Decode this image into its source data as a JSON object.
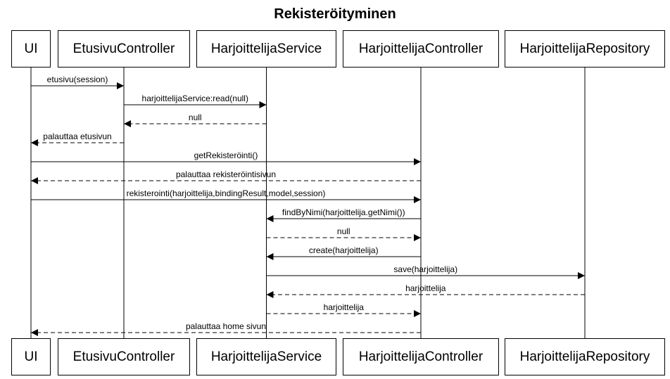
{
  "title": "Rekisteröityminen",
  "participants": [
    {
      "id": "ui",
      "label": "UI"
    },
    {
      "id": "etusivu",
      "label": "EtusivuController"
    },
    {
      "id": "service",
      "label": "HarjoittelijaService"
    },
    {
      "id": "controller",
      "label": "HarjoittelijaController"
    },
    {
      "id": "repository",
      "label": "HarjoittelijaRepository"
    }
  ],
  "messages": [
    {
      "from": "ui",
      "to": "etusivu",
      "label": "etusivu(session)",
      "kind": "call"
    },
    {
      "from": "etusivu",
      "to": "service",
      "label": "harjoittelijaService:read(null)",
      "kind": "call"
    },
    {
      "from": "service",
      "to": "etusivu",
      "label": "null",
      "kind": "return"
    },
    {
      "from": "etusivu",
      "to": "ui",
      "label": "palauttaa etusivun",
      "kind": "return"
    },
    {
      "from": "ui",
      "to": "controller",
      "label": "getRekisteröinti()",
      "kind": "call"
    },
    {
      "from": "controller",
      "to": "ui",
      "label": "palauttaa rekisteröintisivun",
      "kind": "return"
    },
    {
      "from": "ui",
      "to": "controller",
      "label": "rekisterointi(harjoittelija,bindingResult,model,session)",
      "kind": "call"
    },
    {
      "from": "controller",
      "to": "service",
      "label": "findByNimi(harjoittelija.getNimi())",
      "kind": "call"
    },
    {
      "from": "service",
      "to": "controller",
      "label": "null",
      "kind": "return"
    },
    {
      "from": "controller",
      "to": "service",
      "label": "create(harjoittelija)",
      "kind": "call"
    },
    {
      "from": "service",
      "to": "repository",
      "label": "save(harjoittelija)",
      "kind": "call"
    },
    {
      "from": "repository",
      "to": "service",
      "label": "harjoittelija",
      "kind": "return"
    },
    {
      "from": "service",
      "to": "controller",
      "label": "harjoittelija",
      "kind": "return"
    },
    {
      "from": "controller",
      "to": "ui",
      "label": "palauttaa home sivun",
      "kind": "return"
    }
  ]
}
